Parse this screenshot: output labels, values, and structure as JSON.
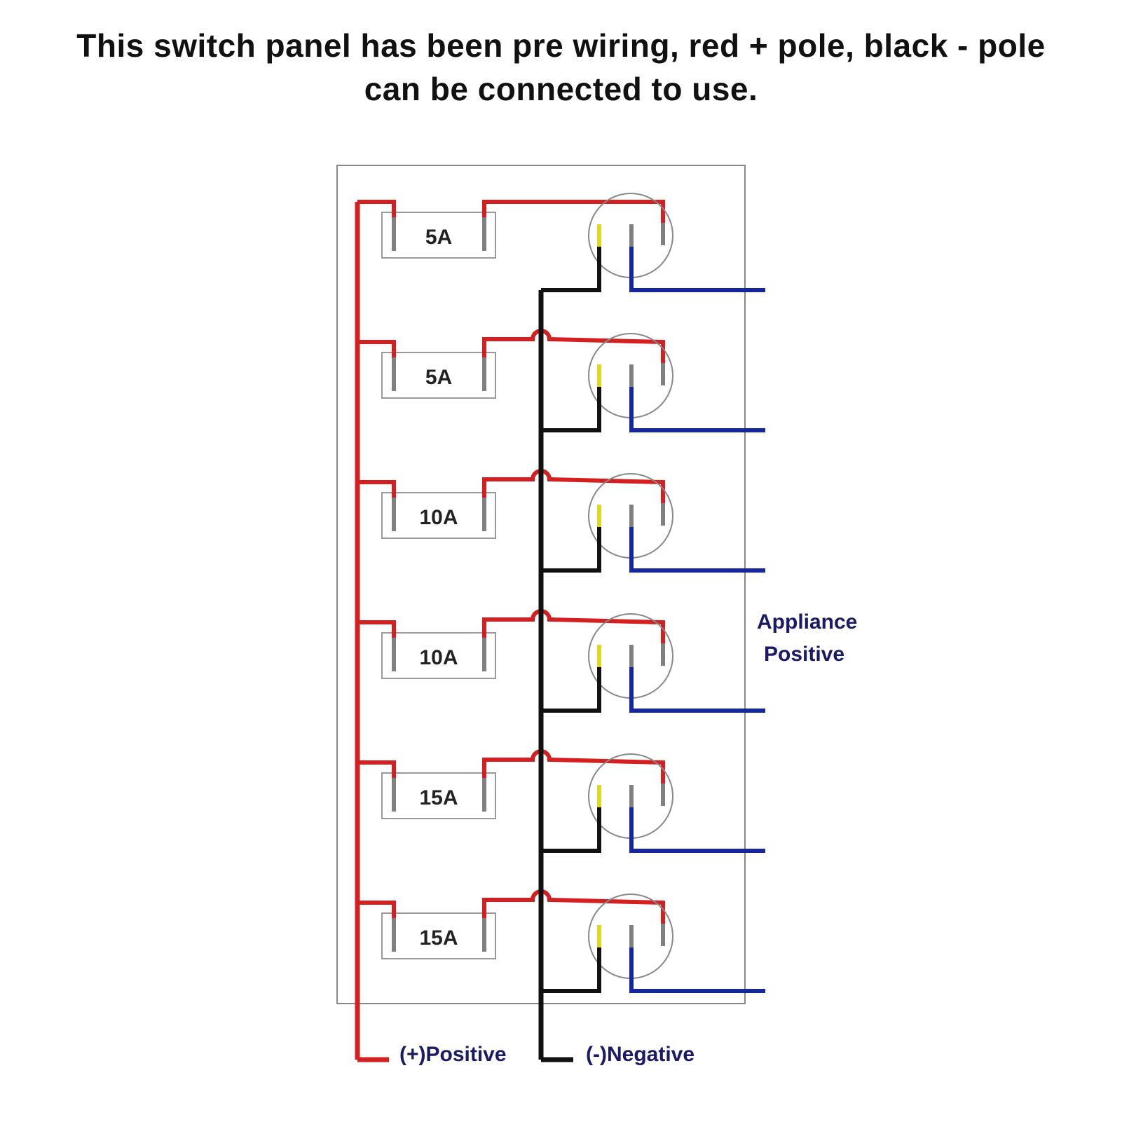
{
  "caption": {
    "line1": "This switch panel has been pre wiring, red + pole, black - pole",
    "line2": "can be connected to use."
  },
  "fuses": [
    {
      "rating": "5A"
    },
    {
      "rating": "5A"
    },
    {
      "rating": "10A"
    },
    {
      "rating": "10A"
    },
    {
      "rating": "15A"
    },
    {
      "rating": "15A"
    }
  ],
  "labels": {
    "appliance_line1": "Appliance",
    "appliance_line2": "Positive",
    "positive": "(+)Positive",
    "negative": "(-)Negative"
  },
  "colors": {
    "positive_wire": "#d42020",
    "negative_wire": "#111111",
    "appliance_wire": "#1426a0",
    "panel_border": "#888888",
    "pin": "#808080",
    "pin_lamp": "#e0d820"
  }
}
